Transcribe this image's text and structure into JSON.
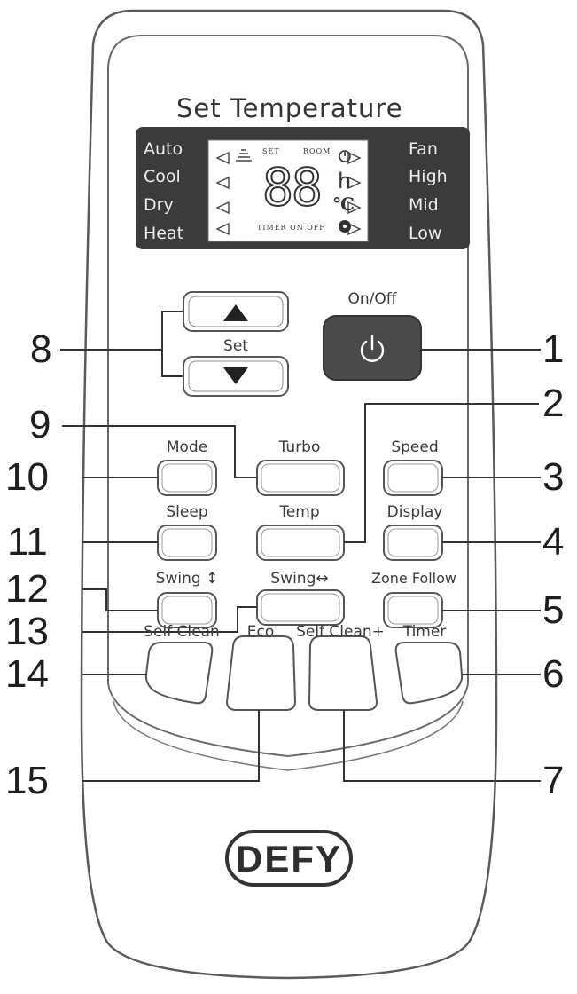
{
  "display": {
    "title": "Set  Temperature",
    "modes": [
      "Auto",
      "Cool",
      "Dry",
      "Heat"
    ],
    "fan_speeds": [
      "Fan",
      "High",
      "Mid",
      "Low"
    ],
    "lcd_set": "SET",
    "lcd_room": "ROOM",
    "lcd_timer": "TIMER ON OFF",
    "lcd_digits": "88",
    "lcd_hour": "h",
    "lcd_celsius": "℃"
  },
  "buttons": {
    "set": "Set",
    "on_off": "On/Off",
    "mode": "Mode",
    "turbo": "Turbo",
    "speed": "Speed",
    "sleep": "Sleep",
    "temp": "Temp",
    "display": "Display",
    "swing_vertical": "Swing ↕",
    "swing_horizontal": "Swing↔",
    "zone_follow": "Zone Follow",
    "self_clean": "Self Clean",
    "eco": "Eco",
    "self_clean_plus": "Self Clean+",
    "timer": "Timer"
  },
  "callouts": [
    "1",
    "2",
    "3",
    "4",
    "5",
    "6",
    "7",
    "8",
    "9",
    "10",
    "11",
    "12",
    "13",
    "14",
    "15"
  ],
  "brand": "DEFY",
  "colors": {
    "lcd_background": "#3b3b3b",
    "power_button": "#4a4a4a",
    "outline": "#555555"
  },
  "icons": [
    "up-arrow-icon",
    "down-arrow-icon",
    "power-icon",
    "clock-icon",
    "fan-icon"
  ]
}
